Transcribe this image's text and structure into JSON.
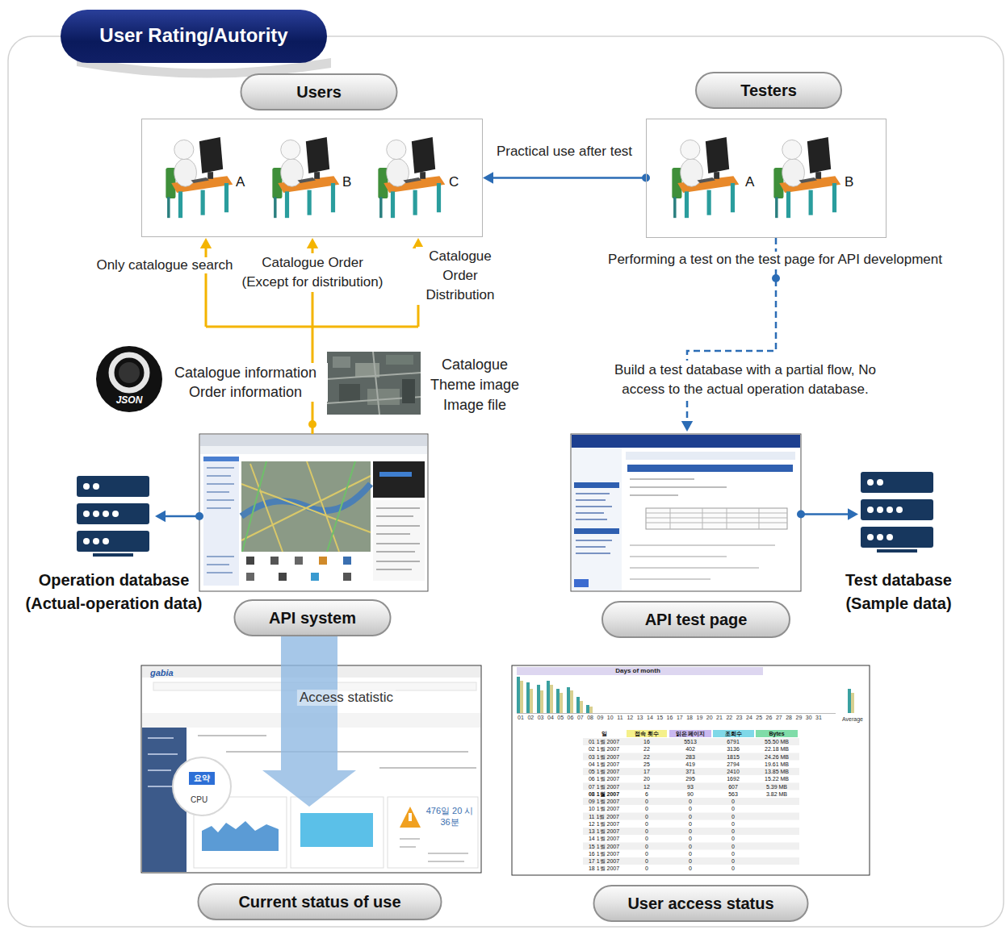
{
  "diagram": {
    "title": "User Rating/Autority",
    "nodes": [
      {
        "text": [
          "Users",
          "A",
          "B",
          "C"
        ]
      },
      {
        "text": [
          "Testers",
          "A",
          "B"
        ]
      },
      {
        "text": [
          "Operation database (Actual-operation data)"
        ]
      },
      {
        "text": [
          "API system"
        ]
      },
      {
        "text": [
          "API test page"
        ]
      },
      {
        "text": [
          "Test database (Sample data)"
        ]
      },
      {
        "text": [
          "Current status of use"
        ]
      },
      {
        "text": [
          "User access status"
        ]
      }
    ],
    "edges": [
      {
        "from": 1,
        "to": 0,
        "arrow": "to",
        "label": "Practical use after test"
      },
      {
        "from": 3,
        "to": 0,
        "arrow": "to"
      },
      {
        "from": 3,
        "to": 2,
        "arrow": "to"
      },
      {
        "from": 1,
        "to": 4,
        "arrow": "to"
      },
      {
        "from": 4,
        "to": 5,
        "arrow": "to"
      },
      {
        "from": 3,
        "to": 6,
        "arrow": "to",
        "label": "Access statistic"
      }
    ],
    "labels": [
      "Only catalogue search",
      "Catalogue Order (Except for distribution)",
      "Catalogue Order Distribution",
      "JSON",
      "Catalogue information Order information",
      "Catalogue Theme image Image file",
      "Performing a test on the test page for API development",
      "Build a test database with a partial flow, No access to the actual operation database.",
      "gabia",
      "요약",
      "CPU",
      "476일 20 시 36분",
      "Days of month",
      "01",
      "02",
      "03",
      "04",
      "05",
      "06",
      "07",
      "08",
      "09",
      "10",
      "11",
      "12",
      "13",
      "14",
      "15",
      "16",
      "17",
      "18",
      "19",
      "20",
      "21",
      "22",
      "23",
      "24",
      "25",
      "26",
      "27",
      "28",
      "29",
      "30",
      "31",
      "Average",
      "일",
      "접속 횟수",
      "읽은 페이지",
      "조회수",
      "Bytes",
      "01 1월 2007",
      "16",
      "5513",
      "6791",
      "55.50 MB",
      "02 1월 2007",
      "22",
      "402",
      "3136",
      "22.18 MB",
      "03 1월 2007",
      "22",
      "283",
      "1815",
      "24.26 MB",
      "04 1월 2007",
      "25",
      "419",
      "2794",
      "19.61 MB",
      "05 1월 2007",
      "17",
      "371",
      "2410",
      "13.85 MB",
      "06 1월 2007",
      "20",
      "295",
      "1692",
      "15.22 MB",
      "07 1월 2007",
      "12",
      "93",
      "607",
      "5.39 MB",
      "08 1월 2007",
      "6",
      "90",
      "563",
      "3.82 MB",
      "09 1월 2007",
      "0",
      "0",
      "0",
      "10 1월 2007",
      "0",
      "0",
      "0",
      "11 1월 2007",
      "0",
      "0",
      "0",
      "12 1월 2007",
      "0",
      "0",
      "0",
      "13 1월 2007",
      "0",
      "0",
      "0",
      "14 1월 2007",
      "0",
      "0",
      "0",
      "15 1월 2007",
      "0",
      "0",
      "0",
      "16 1월 2007",
      "0",
      "0",
      "0",
      "17 1월 2007",
      "0",
      "0",
      "0",
      "18 1월 2007",
      "0",
      "0",
      "0"
    ]
  }
}
